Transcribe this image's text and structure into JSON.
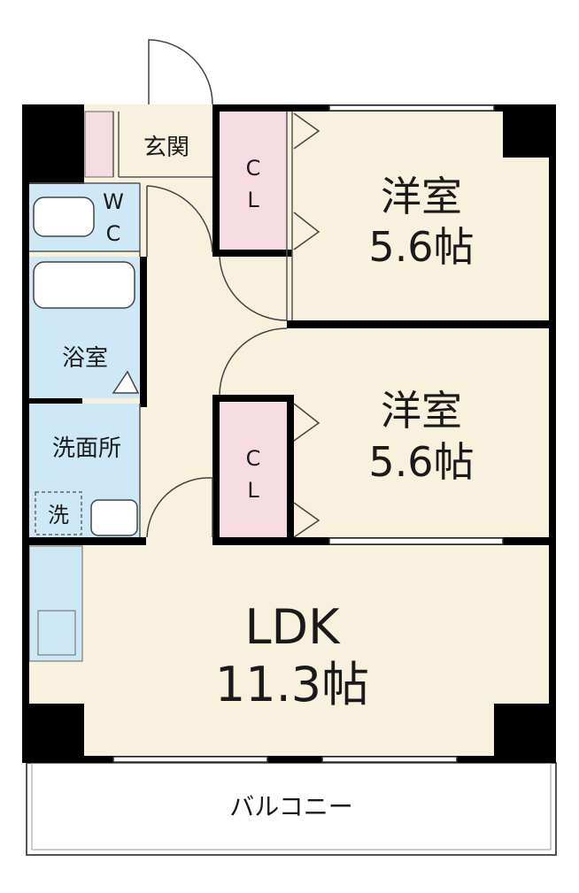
{
  "rooms": {
    "western1": {
      "name": "洋室",
      "size": "5.6帖"
    },
    "western2": {
      "name": "洋室",
      "size": "5.6帖"
    },
    "ldk": {
      "name": "LDK",
      "size": "11.3帖"
    },
    "entrance": {
      "name": "玄関"
    },
    "wc": {
      "line1": "W",
      "line2": "C"
    },
    "bath": {
      "name": "浴室"
    },
    "washroom": {
      "name": "洗面所"
    },
    "washer": {
      "name": "洗"
    },
    "closet1": {
      "line1": "C",
      "line2": "L"
    },
    "closet2": {
      "line1": "C",
      "line2": "L"
    },
    "balcony": {
      "name": "バルコニー"
    }
  },
  "colors": {
    "wall": "#000000",
    "floor": "#f8f1de",
    "water_area": "#cfe8f6",
    "closet": "#f6dbe2",
    "balcony": "#ffffff"
  }
}
